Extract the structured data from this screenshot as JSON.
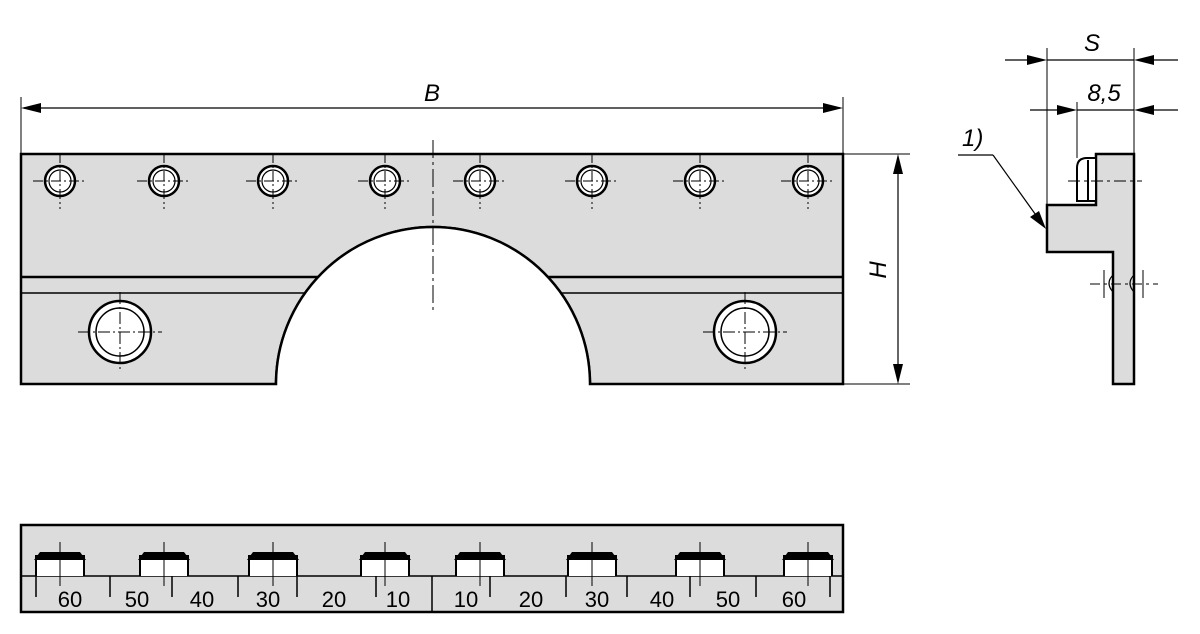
{
  "dimensions": {
    "width_label": "B",
    "height_label": "H",
    "thickness_label": "S",
    "offset_value": "8,5",
    "note_marker": "1)"
  },
  "scale": {
    "labels": [
      "60",
      "50",
      "40",
      "30",
      "20",
      "10",
      "10",
      "20",
      "30",
      "40",
      "50",
      "60"
    ]
  },
  "colors": {
    "fill": "#dcdcdc",
    "line": "#000000",
    "background": "#ffffff"
  }
}
